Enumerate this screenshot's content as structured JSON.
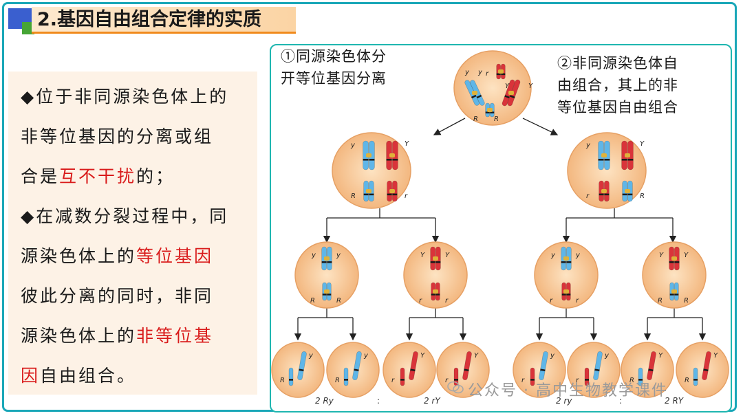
{
  "title": "2.基因自由组合定律的实质",
  "left": {
    "p1": {
      "a": "◆位于非同源染色体上的",
      "b": "非等位基因的分离或组",
      "c1": "合是",
      "c2": "互不干扰",
      "c3": "的；"
    },
    "p2": {
      "a": "◆在减数分裂过程中，同",
      "b1": "源染色体上的",
      "b2": "等位基因",
      "c": "彼此分离的同时，非同",
      "d1": "源染色体上的",
      "d2": "非等位基",
      "e1": "因",
      "e2": "自由组合。"
    }
  },
  "diagram": {
    "note1": [
      "①同源染色体分",
      "开等位基因分离"
    ],
    "note2": [
      "②非同源染色体自",
      "由组合，其上的非",
      "等位基因自由组合"
    ],
    "gene_labels": {
      "y": "y",
      "Y": "Y",
      "r": "r",
      "R": "R"
    },
    "ratios": [
      "2 Ry",
      "2 rY",
      "2 ry",
      "2 RY"
    ],
    "separator": ":"
  },
  "colors": {
    "frame": "#1aa7b8",
    "accent_red": "#d91b1b",
    "cell": "#f6c58f",
    "blue_chromosome": "#5fb6e8",
    "red_chromosome": "#d9343a"
  },
  "watermark": "公众号 · 高中生物教学课件"
}
